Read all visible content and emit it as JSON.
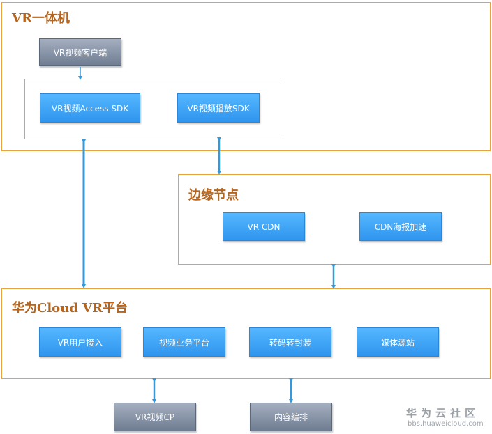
{
  "vr_device": {
    "title": "VR一体机",
    "client": "VR视频客户端",
    "sdk_access": "VR视频Access SDK",
    "sdk_play": "VR视频播放SDK"
  },
  "edge": {
    "title": "边缘节点",
    "cdn": "VR CDN",
    "poster": "CDN海报加速"
  },
  "cloud": {
    "title": "华为Cloud VR平台",
    "access": "VR用户接入",
    "business": "视频业务平台",
    "transcode": "转码转封装",
    "source": "媒体源站"
  },
  "external": {
    "cp": "VR视频CP",
    "editing": "内容编排"
  },
  "watermark": {
    "title": "华为云社区",
    "url": "bbs.huaweicloud.com"
  },
  "colors": {
    "group_border": "#e8a33c",
    "title_text": "#b5651d",
    "node_blue": "#3ea3f7",
    "node_gray": "#8390a5",
    "connector": "#3399dd"
  }
}
